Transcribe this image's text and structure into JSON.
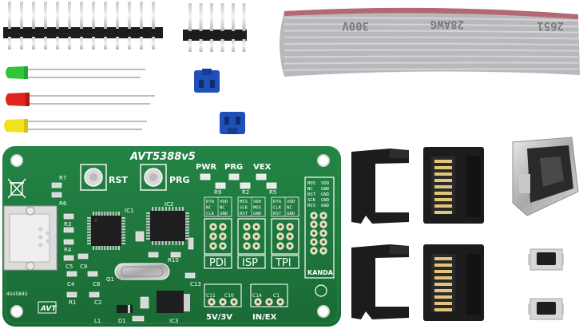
{
  "cable": {
    "markings": [
      "300V",
      "28AWG",
      "2651"
    ]
  },
  "board": {
    "title": "AVT5388v5",
    "serial": "4545845",
    "logo": "AVT",
    "buttons": [
      {
        "label": "RST"
      },
      {
        "label": "PRG"
      }
    ],
    "status_labels": [
      "PWR",
      "PRG",
      "VEX"
    ],
    "header_labels": [
      "PDI",
      "ISP",
      "TPI"
    ],
    "kanda_label": "KANDA",
    "jumper_labels": [
      "5V/3V",
      "IN/EX"
    ],
    "pin_tables": [
      {
        "left": [
          "DTA",
          "NC",
          "CLK"
        ],
        "right": [
          "VDD",
          "NC",
          "GND"
        ]
      },
      {
        "left": [
          "MIS",
          "SCK",
          "RST"
        ],
        "right": [
          "VDD",
          "MOS",
          "GND"
        ]
      },
      {
        "left": [
          "DTA",
          "CLK",
          "RST"
        ],
        "right": [
          "VDD",
          "NC",
          "GND"
        ]
      }
    ],
    "kanda_pins": {
      "left": [
        "MOS",
        "NC",
        "RST",
        "SCK",
        "MIS"
      ],
      "right": [
        "VDD",
        "GND",
        "GND",
        "GND",
        "GND"
      ]
    },
    "refdes": {
      "ic1": "IC1",
      "ic2": "IC2",
      "ic3": "IC3",
      "r7": "R7",
      "r6": "R6",
      "r3": "R3",
      "r4": "R4",
      "r1": "R1",
      "r9": "R9",
      "r2": "R2",
      "r5": "R5",
      "r10": "R10",
      "c5": "C5",
      "c9": "C9",
      "c4": "C4",
      "c8": "C8",
      "c2": "C2",
      "c13": "C13",
      "c11": "C11",
      "c10": "C10",
      "c14": "C14",
      "c1": "C1",
      "q1": "Q1",
      "l1": "L1",
      "d1": "D1"
    }
  },
  "colors": {
    "pcb": "#1f7a3c",
    "led_green": "#2fc43a",
    "led_red": "#e0231b",
    "led_yellow": "#f2e21d",
    "jumper_blue": "#1f4fb8",
    "cable_gray": "#b9b9bd",
    "cable_red_stripe": "#b05a66"
  },
  "icons": [
    "weee-bin-icon",
    "tactile-switch-icon",
    "idc-connector-icon",
    "usb-b-socket-icon"
  ]
}
